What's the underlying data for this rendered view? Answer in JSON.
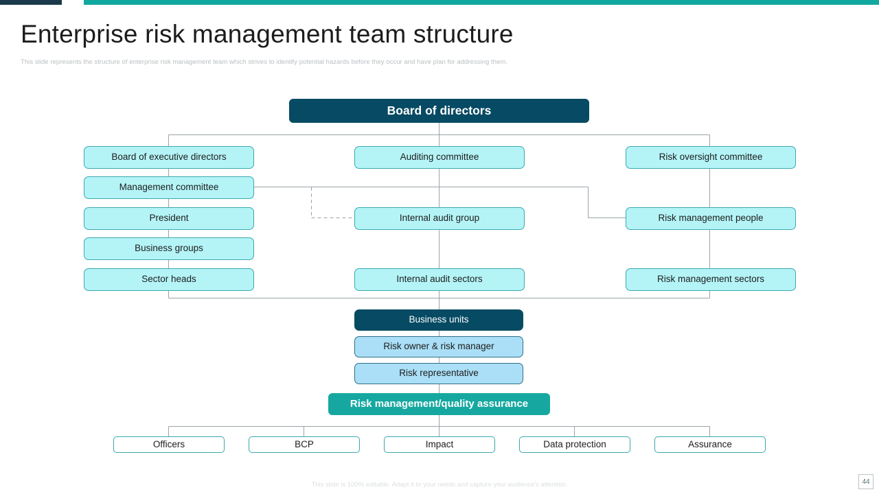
{
  "slide": {
    "title": "Enterprise risk management team structure",
    "subtitle": "This slide represents the structure of enterprise risk management team which strives to identify potential hazards before they occur and have plan for addressing them.",
    "footer_note": "This slide is 100% editable. Adapt it to your needs and capture your audience's attention.",
    "page_number": "44"
  },
  "colors": {
    "accent_navy": "#1b3a4b",
    "accent_teal": "#11a8a0",
    "node_navy": "#064a63",
    "node_cyan": "#b4f4f7",
    "node_cyan_border": "#3aa8ae",
    "node_lightblue": "#aadff7",
    "node_teal": "#16a8a0",
    "connector": "#9aa3a8",
    "title_text": "#1c1c1c",
    "subtitle_text": "#b9bec2"
  },
  "chart_data": {
    "type": "diagram",
    "title": "Enterprise risk management team structure",
    "nodes": [
      {
        "id": "board_of_directors",
        "label": "Board of directors",
        "style": "navy-top",
        "column": "center"
      },
      {
        "id": "board_exec_directors",
        "label": "Board of executive directors",
        "style": "cyan",
        "column": "left"
      },
      {
        "id": "management_committee",
        "label": "Management committee",
        "style": "cyan",
        "column": "left"
      },
      {
        "id": "president",
        "label": "President",
        "style": "cyan",
        "column": "left"
      },
      {
        "id": "business_groups",
        "label": "Business groups",
        "style": "cyan",
        "column": "left"
      },
      {
        "id": "sector_heads",
        "label": "Sector heads",
        "style": "cyan",
        "column": "left"
      },
      {
        "id": "auditing_committee",
        "label": "Auditing committee",
        "style": "cyan",
        "column": "center"
      },
      {
        "id": "internal_audit_group",
        "label": "Internal audit group",
        "style": "cyan",
        "column": "center"
      },
      {
        "id": "internal_audit_sectors",
        "label": "Internal audit sectors",
        "style": "cyan",
        "column": "center"
      },
      {
        "id": "risk_oversight_committee",
        "label": "Risk oversight committee",
        "style": "cyan",
        "column": "right"
      },
      {
        "id": "risk_management_people",
        "label": "Risk management people",
        "style": "cyan",
        "column": "right"
      },
      {
        "id": "risk_management_sectors",
        "label": "Risk management sectors",
        "style": "cyan",
        "column": "right"
      },
      {
        "id": "business_units",
        "label": "Business units",
        "style": "navy",
        "column": "center"
      },
      {
        "id": "risk_owner_manager",
        "label": "Risk owner & risk manager",
        "style": "lightblue",
        "column": "center"
      },
      {
        "id": "risk_representative",
        "label": "Risk representative",
        "style": "lightblue",
        "column": "center"
      },
      {
        "id": "risk_mgmt_quality",
        "label": "Risk management/quality assurance",
        "style": "teal",
        "column": "center"
      },
      {
        "id": "officers",
        "label": "Officers",
        "style": "white",
        "column": "bottom"
      },
      {
        "id": "bcp",
        "label": "BCP",
        "style": "white",
        "column": "bottom"
      },
      {
        "id": "impact",
        "label": "Impact",
        "style": "white",
        "column": "bottom"
      },
      {
        "id": "data_protection",
        "label": "Data protection",
        "style": "white",
        "column": "bottom"
      },
      {
        "id": "assurance",
        "label": "Assurance",
        "style": "white",
        "column": "bottom"
      }
    ],
    "edges": [
      {
        "from": "board_of_directors",
        "to": "board_exec_directors",
        "style": "solid"
      },
      {
        "from": "board_of_directors",
        "to": "auditing_committee",
        "style": "solid"
      },
      {
        "from": "board_of_directors",
        "to": "risk_oversight_committee",
        "style": "solid"
      },
      {
        "from": "board_exec_directors",
        "to": "management_committee",
        "style": "solid"
      },
      {
        "from": "management_committee",
        "to": "president",
        "style": "solid"
      },
      {
        "from": "president",
        "to": "business_groups",
        "style": "solid"
      },
      {
        "from": "business_groups",
        "to": "sector_heads",
        "style": "solid"
      },
      {
        "from": "auditing_committee",
        "to": "internal_audit_group",
        "style": "solid"
      },
      {
        "from": "internal_audit_group",
        "to": "internal_audit_sectors",
        "style": "solid"
      },
      {
        "from": "risk_oversight_committee",
        "to": "risk_management_people",
        "style": "solid"
      },
      {
        "from": "risk_management_people",
        "to": "risk_management_sectors",
        "style": "solid"
      },
      {
        "from": "management_committee",
        "to": "internal_audit_group",
        "style": "dashed"
      },
      {
        "from": "management_committee",
        "to": "risk_management_people",
        "style": "solid"
      },
      {
        "from": "sector_heads",
        "to": "business_units",
        "style": "solid"
      },
      {
        "from": "internal_audit_sectors",
        "to": "business_units",
        "style": "solid"
      },
      {
        "from": "risk_management_sectors",
        "to": "business_units",
        "style": "solid"
      },
      {
        "from": "business_units",
        "to": "risk_owner_manager",
        "style": "solid"
      },
      {
        "from": "risk_owner_manager",
        "to": "risk_representative",
        "style": "solid"
      },
      {
        "from": "risk_representative",
        "to": "risk_mgmt_quality",
        "style": "solid"
      },
      {
        "from": "risk_mgmt_quality",
        "to": "officers",
        "style": "solid"
      },
      {
        "from": "risk_mgmt_quality",
        "to": "bcp",
        "style": "solid"
      },
      {
        "from": "risk_mgmt_quality",
        "to": "impact",
        "style": "solid"
      },
      {
        "from": "risk_mgmt_quality",
        "to": "data_protection",
        "style": "solid"
      },
      {
        "from": "risk_mgmt_quality",
        "to": "assurance",
        "style": "solid"
      }
    ]
  }
}
